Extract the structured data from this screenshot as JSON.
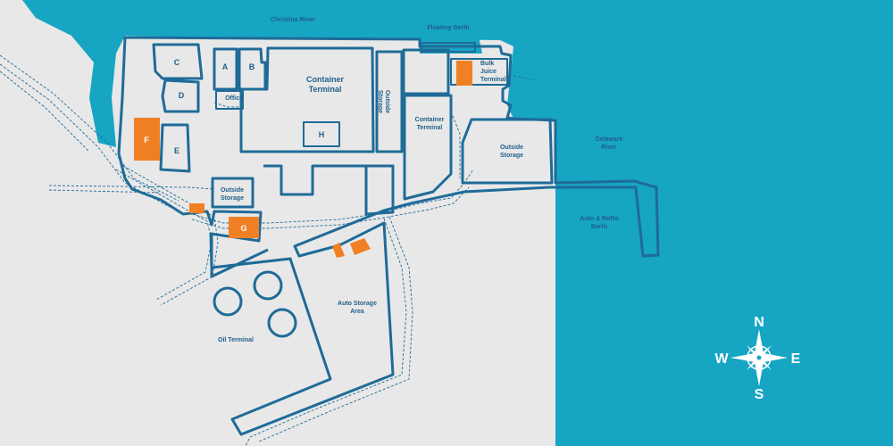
{
  "map": {
    "colors": {
      "land": "#e8e8e8",
      "water": "#17a5c4",
      "outline": "#1f6b98",
      "facility_highlight": "#f08024",
      "label": "#1f5f8b"
    },
    "water_labels": {
      "christina_river": "Christina River",
      "floating_berth": "Floating Berth",
      "delaware_river_line1": "Delaware",
      "delaware_river_line2": "River",
      "auto_roro_line1": "Auto & RoRo",
      "auto_roro_line2": "Berth"
    },
    "areas": {
      "container_terminal_line1": "Container",
      "container_terminal_line2": "Terminal",
      "container_terminal_east_line1": "Container",
      "container_terminal_east_line2": "Terminal",
      "outside_storage_vertical_line1": "Outside",
      "outside_storage_vertical_line2": "Storage",
      "outside_storage_east_line1": "Outside",
      "outside_storage_east_line2": "Storage",
      "outside_storage_south_line1": "Outside",
      "outside_storage_south_line2": "Storage",
      "bulk_juice_line1": "Bulk",
      "bulk_juice_line2": "Juice",
      "bulk_juice_line3": "Terminal",
      "office": "Office",
      "auto_storage_line1": "Auto Storage",
      "auto_storage_line2": "Area",
      "oil_terminal": "Oil Terminal"
    },
    "buildings": {
      "a": "A",
      "b": "B",
      "c": "C",
      "d": "D",
      "e": "E",
      "f": "F",
      "g": "G",
      "h": "H"
    },
    "compass": {
      "north": "N",
      "south": "S",
      "east": "E",
      "west": "W",
      "icon": "compass-rose-icon"
    }
  }
}
